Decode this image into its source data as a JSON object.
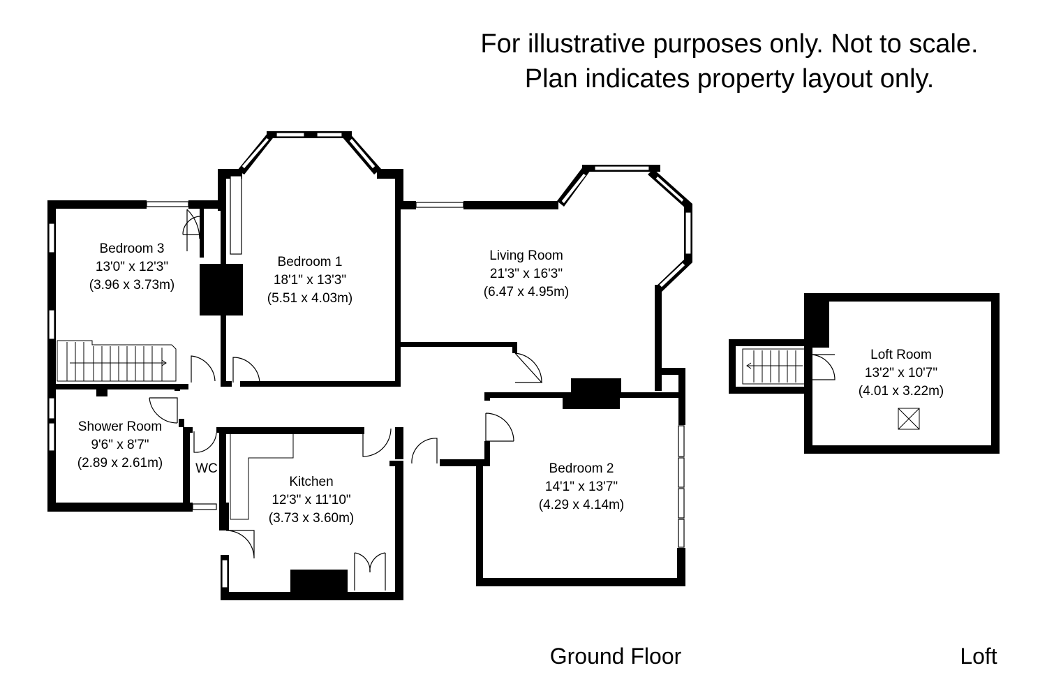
{
  "disclaimer": {
    "line1": "For illustrative purposes only. Not to scale.",
    "line2": "Plan indicates property layout only."
  },
  "floors": {
    "ground": "Ground Floor",
    "loft": "Loft"
  },
  "rooms": {
    "bedroom3": {
      "name": "Bedroom 3",
      "imperial": "13'0\" x 12'3\"",
      "metric": "(3.96 x 3.73m)"
    },
    "bedroom1": {
      "name": "Bedroom 1",
      "imperial": "18'1\" x 13'3\"",
      "metric": "(5.51 x 4.03m)"
    },
    "living": {
      "name": "Living Room",
      "imperial": "21'3\" x 16'3\"",
      "metric": "(6.47 x 4.95m)"
    },
    "shower": {
      "name": "Shower Room",
      "imperial": "9'6\" x 8'7\"",
      "metric": "(2.89 x 2.61m)"
    },
    "wc": {
      "name": "WC"
    },
    "kitchen": {
      "name": "Kitchen",
      "imperial": "12'3\" x 11'10\"",
      "metric": "(3.73 x 3.60m)"
    },
    "bedroom2": {
      "name": "Bedroom 2",
      "imperial": "14'1\" x 13'7\"",
      "metric": "(4.29 x 4.14m)"
    },
    "loftroom": {
      "name": "Loft Room",
      "imperial": "13'2\" x 10'7\"",
      "metric": "(4.01 x 3.22m)"
    }
  },
  "colors": {
    "wall": "#000000",
    "background": "#ffffff"
  }
}
